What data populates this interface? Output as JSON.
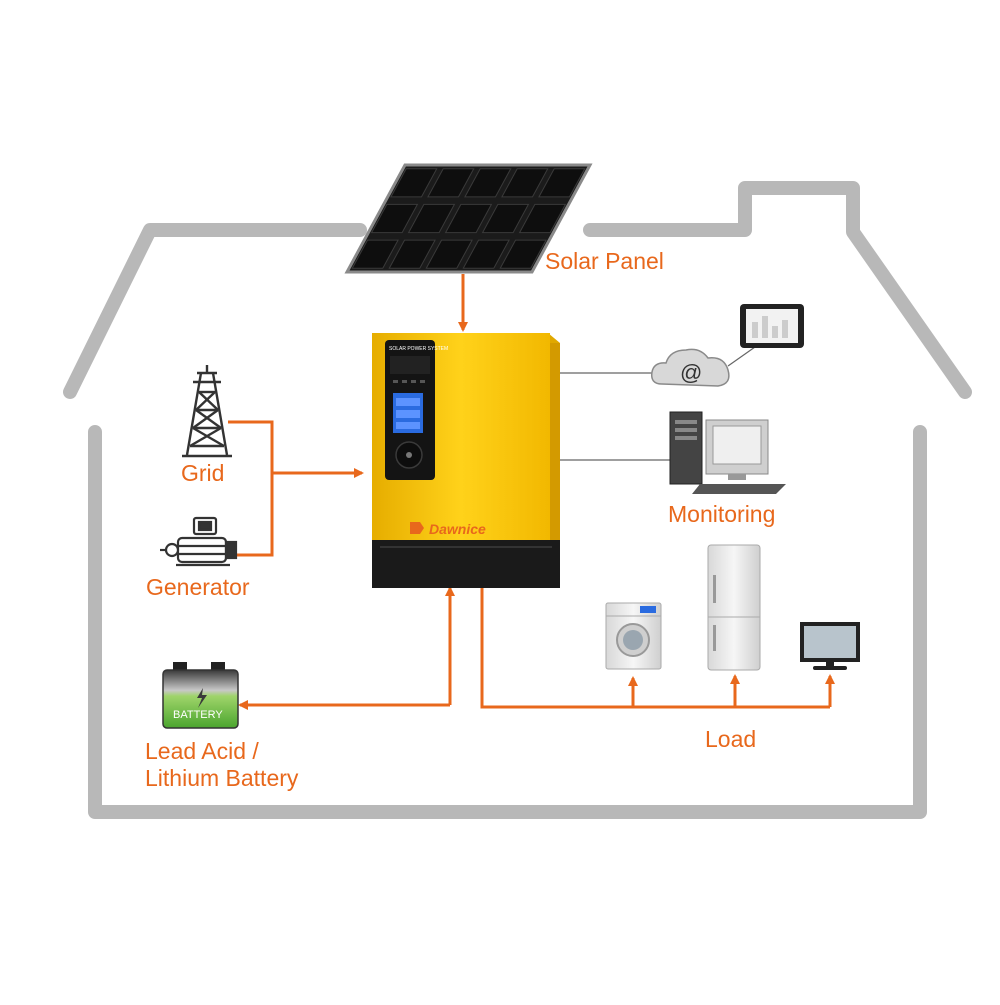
{
  "labels": {
    "solar_panel": "Solar Panel",
    "grid": "Grid",
    "generator": "Generator",
    "battery_line1": "Lead Acid /",
    "battery_line2": "Lithium Battery",
    "monitoring": "Monitoring",
    "load": "Load"
  },
  "inverter": {
    "brand": "Dawnice",
    "panel_title": "SOLAR POWER SYSTEM"
  },
  "battery_text": "BATTERY",
  "internet_symbol": "@",
  "colors": {
    "accent": "#e8681c",
    "house_outline": "#b8b8b8",
    "inverter_yellow": "#f7c400",
    "inverter_dark": "#1a1a1a",
    "screen_blue": "#2a6be0",
    "battery_green": "#6cc04a"
  }
}
